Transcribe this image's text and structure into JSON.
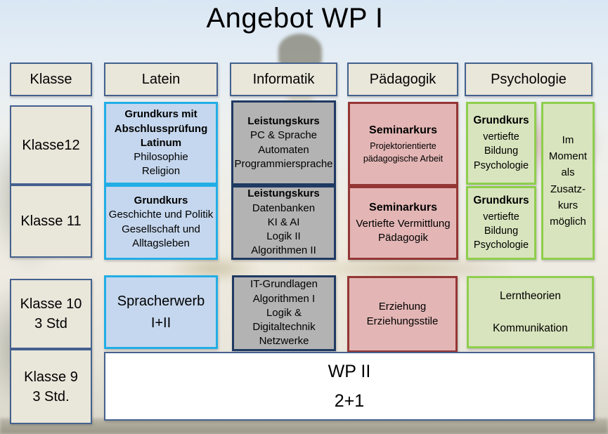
{
  "title": "Angebot WP I",
  "colors": {
    "header_fill": "#e9e6da",
    "header_border": "#44618e",
    "latein_fill": "#c5d7ee",
    "latein_border": "#22aee6",
    "informatik_fill": "#b3b3b3",
    "informatik_border": "#1f3a63",
    "paedagogik_fill": "#e3b6b5",
    "paedagogik_border": "#943634",
    "psychologie_fill": "#d8e4bd",
    "psychologie_border": "#8fce4e",
    "wp2_fill": "#ffffff"
  },
  "column_headers": [
    "Klasse",
    "Latein",
    "Informatik",
    "Pädagogik",
    "Psychologie"
  ],
  "row_labels": {
    "k12": [
      "Klasse12"
    ],
    "k11": [
      "Klasse 11"
    ],
    "k10": [
      "Klasse 10",
      "3 Std"
    ],
    "k9": [
      "Klasse 9",
      "3 Std."
    ]
  },
  "cells": {
    "latein_k12": {
      "title": [
        "Grundkurs mit",
        "Abschlussprüfung",
        "Latinum"
      ],
      "body": [
        "Philosophie",
        "Religion"
      ]
    },
    "latein_k11": {
      "title": [
        "Grundkurs"
      ],
      "body": [
        "Geschichte und Politik",
        "Gesellschaft und",
        "Alltagsleben"
      ]
    },
    "latein_k10": {
      "body": [
        "Spracherwerb",
        "I+II"
      ]
    },
    "informatik_k12": {
      "title": [
        "Leistungskurs"
      ],
      "body": [
        "PC & Sprache",
        "Automaten",
        "Programmiersprache"
      ]
    },
    "informatik_k11": {
      "title": [
        "Leistungskurs"
      ],
      "body": [
        "Datenbanken",
        "KI & AI",
        "Logik II",
        "Algorithmen II"
      ]
    },
    "informatik_k10": {
      "body": [
        "IT-Grundlagen",
        "Algorithmen I",
        "Logik &",
        "Digitaltechnik",
        "Netzwerke"
      ]
    },
    "paedagogik_k12": {
      "title": [
        "Seminarkurs"
      ],
      "body": [
        "Projektorientierte",
        "pädagogische Arbeit"
      ]
    },
    "paedagogik_k11": {
      "title": [
        "Seminarkurs"
      ],
      "body": [
        "Vertiefte Vermittlung",
        "Pädagogik"
      ]
    },
    "paedagogik_k10": {
      "body": [
        "Erziehung",
        "Erziehungsstile"
      ]
    },
    "psychologie_k12": {
      "title": [
        "Grundkurs"
      ],
      "body": [
        "vertiefte",
        "Bildung",
        "Psychologie"
      ]
    },
    "psychologie_k11": {
      "title": [
        "Grundkurs"
      ],
      "body": [
        "vertiefte",
        "Bildung",
        "Psychologie"
      ]
    },
    "psychologie_zusatz": {
      "body": [
        "Im",
        "Moment",
        "als",
        "Zusatz-",
        "kurs",
        "möglich"
      ]
    },
    "psychologie_k10": {
      "body": [
        "Lerntheorien",
        "",
        "Kommunikation"
      ]
    },
    "wp2": {
      "body": [
        "WP II",
        "2+1"
      ]
    }
  }
}
